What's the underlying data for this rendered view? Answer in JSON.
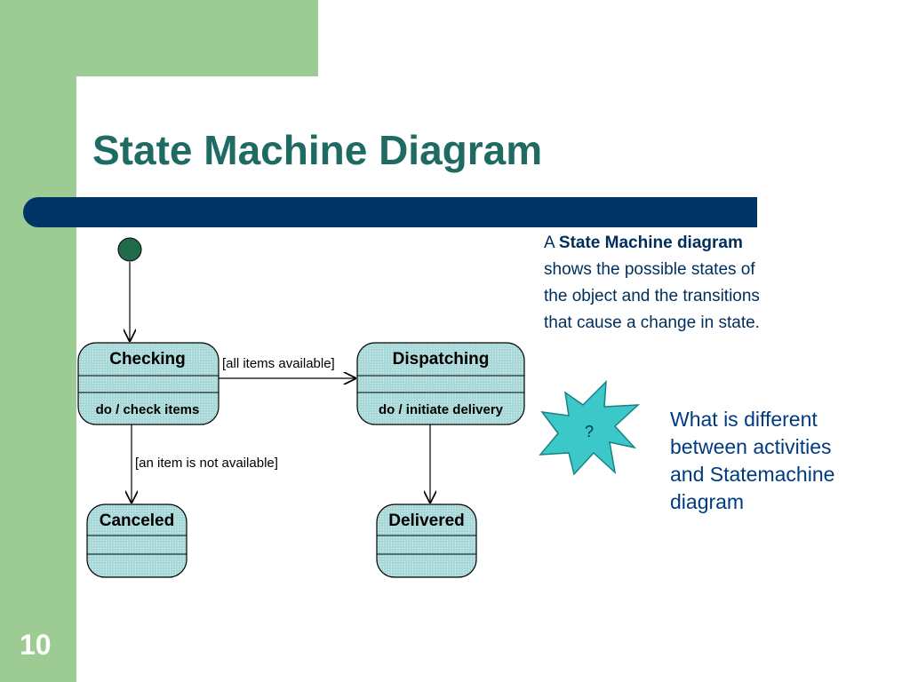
{
  "slide": {
    "title": "State Machine Diagram",
    "page_number": "10"
  },
  "description": {
    "prefix": "A",
    "bold": "State Machine diagram",
    "lines": [
      "shows the possible states of",
      "the object and the transitions",
      "that cause a change in state."
    ]
  },
  "callout": {
    "symbol": "?",
    "lines": [
      "What is different",
      "between activities",
      "and Statemachine",
      "diagram"
    ]
  },
  "diagram": {
    "states": {
      "checking": {
        "name": "Checking",
        "activity": "do / check items"
      },
      "dispatching": {
        "name": "Dispatching",
        "activity": "do / initiate delivery"
      },
      "canceled": {
        "name": "Canceled"
      },
      "delivered": {
        "name": "Delivered"
      }
    },
    "transitions": {
      "all_available": "[all items available]",
      "not_available": "[an item is not available]"
    }
  },
  "colors": {
    "green": "#9ccc94",
    "navy_bar": "#003366",
    "title": "#1f6b63",
    "state_fill": "#a8d8d8",
    "burst": "#3cc8c8",
    "initial_node": "#1f6b4a"
  }
}
